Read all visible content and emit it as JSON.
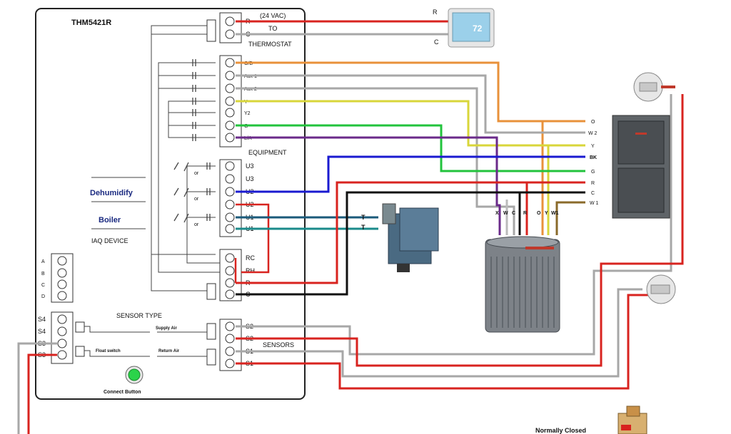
{
  "controller": {
    "model": "THM5421R",
    "group_thermostat": {
      "top": "(24 VAC)",
      "mid": "TO",
      "bot": "THERMOSTAT"
    },
    "equipment_label": "EQUIPMENT",
    "sensors_label": "SENSORS",
    "sensor_type_label": "SENSOR TYPE",
    "supply_air": "Supply Air",
    "return_air": "Return Air",
    "float_switch": "Float switch",
    "connect_button": "Connect Button",
    "dehumidify": "Dehumidify",
    "boiler": "Boiler",
    "iaq_device": "IAQ DEVICE",
    "or_text": "or",
    "terminals_thermostat": [
      "R",
      "C"
    ],
    "terminals_equipment": [
      "O/B",
      "Aux 1",
      "Aux 2",
      "Y",
      "Y2",
      "G",
      "L/A"
    ],
    "terminals_iaq": [
      "U3",
      "U3",
      "U2",
      "U2",
      "U1",
      "U1"
    ],
    "terminals_rc": [
      "RC",
      "RH",
      "R",
      "C"
    ],
    "terminals_sensors": [
      "S2",
      "S2",
      "S1",
      "S1"
    ],
    "terminals_abcd": [
      "A",
      "B",
      "C",
      "D"
    ],
    "terminals_s4s3": [
      "S4",
      "S4",
      "S3",
      "S3"
    ]
  },
  "thermostat": {
    "R": "R",
    "C": "C",
    "display": "72"
  },
  "boiler_terminals": [
    "T",
    "T"
  ],
  "air_handler_terminals": [
    "O",
    "W 2",
    "Y",
    "BK",
    "G",
    "R",
    "C",
    "W 1"
  ],
  "condenser_terminals": [
    "X",
    "W",
    "C",
    "R",
    "O",
    "Y",
    "W1"
  ],
  "normally_closed": "Normally Closed",
  "colors": {
    "red": "#d8231f",
    "orange": "#e8913a",
    "yellow": "#d8d63a",
    "green": "#22c33c",
    "purple": "#6a2a8a",
    "blue": "#1a1ad0",
    "teal": "#1a8a8a",
    "black": "#111111",
    "gray": "#a7a7a7"
  }
}
